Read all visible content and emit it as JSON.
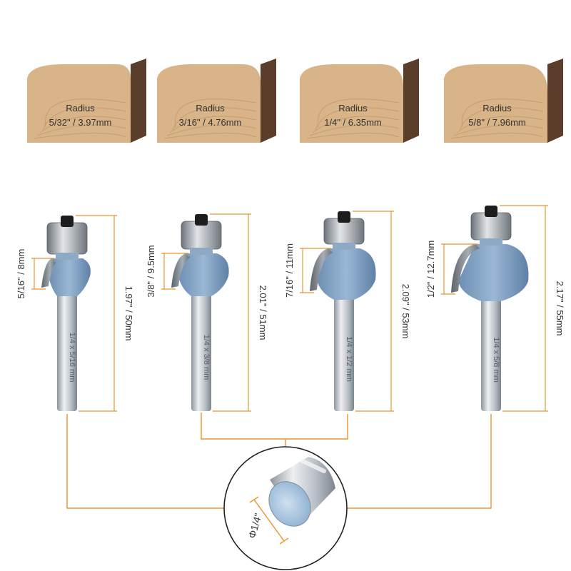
{
  "colors": {
    "dimension": "#e8952e",
    "wood": "#d8b488",
    "wood_grain": "#b88d5e",
    "wood_side": "#5a3d2a",
    "steel": "#c9ced3",
    "cutter": "#7f9fbf",
    "bearing": "#b5b9bf",
    "text": "#333333"
  },
  "samples": [
    {
      "title": "Radius",
      "value": "5/32\" / 3.97mm"
    },
    {
      "title": "Radius",
      "value": "3/16\" / 4.76mm"
    },
    {
      "title": "Radius",
      "value": "1/4\" / 6.35mm"
    },
    {
      "title": "Radius",
      "value": "5/8\" / 7.96mm"
    }
  ],
  "bits": [
    {
      "cut_height": "5/16\" / 8mm",
      "total_length": "1.97\" / 50mm",
      "shank_mark": "1/4 x 5/16 mm"
    },
    {
      "cut_height": "3/8\" / 9.5mm",
      "total_length": "2.01\" / 51mm",
      "shank_mark": "1/4 x 3/8 mm"
    },
    {
      "cut_height": "7/16\" / 11mm",
      "total_length": "2.09\" / 53mm",
      "shank_mark": "1/4 x 1/2 mm"
    },
    {
      "cut_height": "1/2\" / 12.7mm",
      "total_length": "2.17\" / 55mm",
      "shank_mark": "1/4 x 5/8 mm"
    }
  ],
  "shank": {
    "diameter": "Φ1/4\""
  }
}
